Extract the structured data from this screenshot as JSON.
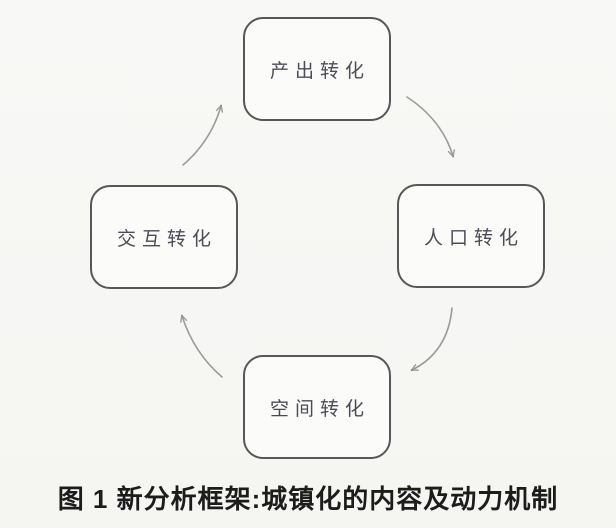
{
  "figure": {
    "caption": "图 1  新分析框架:城镇化的内容及动力机制",
    "nodes": [
      {
        "id": "output-transformation",
        "label": "产出转化",
        "position": "top"
      },
      {
        "id": "population-transformation",
        "label": "人口转化",
        "position": "right"
      },
      {
        "id": "spatial-transformation",
        "label": "空间转化",
        "position": "bottom"
      },
      {
        "id": "interaction-transformation",
        "label": "交互转化",
        "position": "left"
      }
    ],
    "flow": {
      "type": "cycle",
      "direction": "clockwise",
      "edges": [
        {
          "from": "产出转化",
          "to": "人口转化"
        },
        {
          "from": "人口转化",
          "to": "空间转化"
        },
        {
          "from": "空间转化",
          "to": "交互转化"
        },
        {
          "from": "交互转化",
          "to": "产出转化"
        }
      ]
    },
    "colors": {
      "background": "#f6f6f3",
      "node_fill": "#fbfbf9",
      "node_border": "#57575a",
      "node_text": "#4c4c56",
      "arrow": "#9b9b9b",
      "caption_text": "#1c1c1c"
    }
  }
}
